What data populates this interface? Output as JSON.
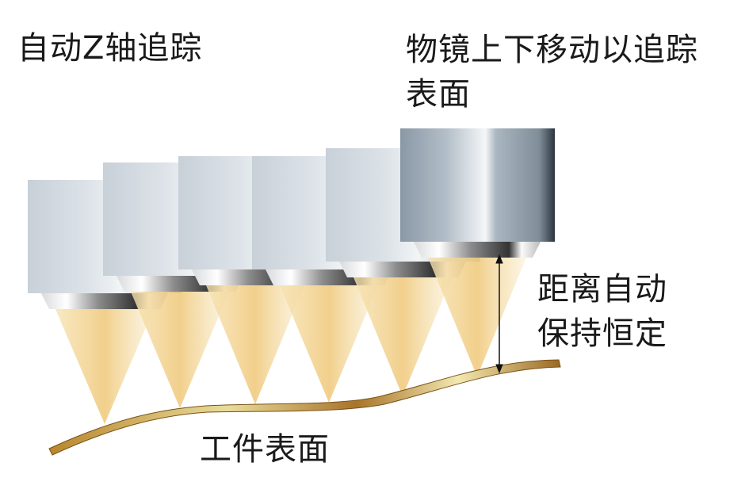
{
  "title": "自动Z轴追踪",
  "objective_label": [
    "物镜上下移动以追踪",
    "表面"
  ],
  "distance_label": [
    "距离自动",
    "保持恒定"
  ],
  "surface_label": "工件表面",
  "colors": {
    "beam": "#f0c778",
    "surface": "#b8862e",
    "metal": "#9aa8b4"
  },
  "objective_count": 6
}
